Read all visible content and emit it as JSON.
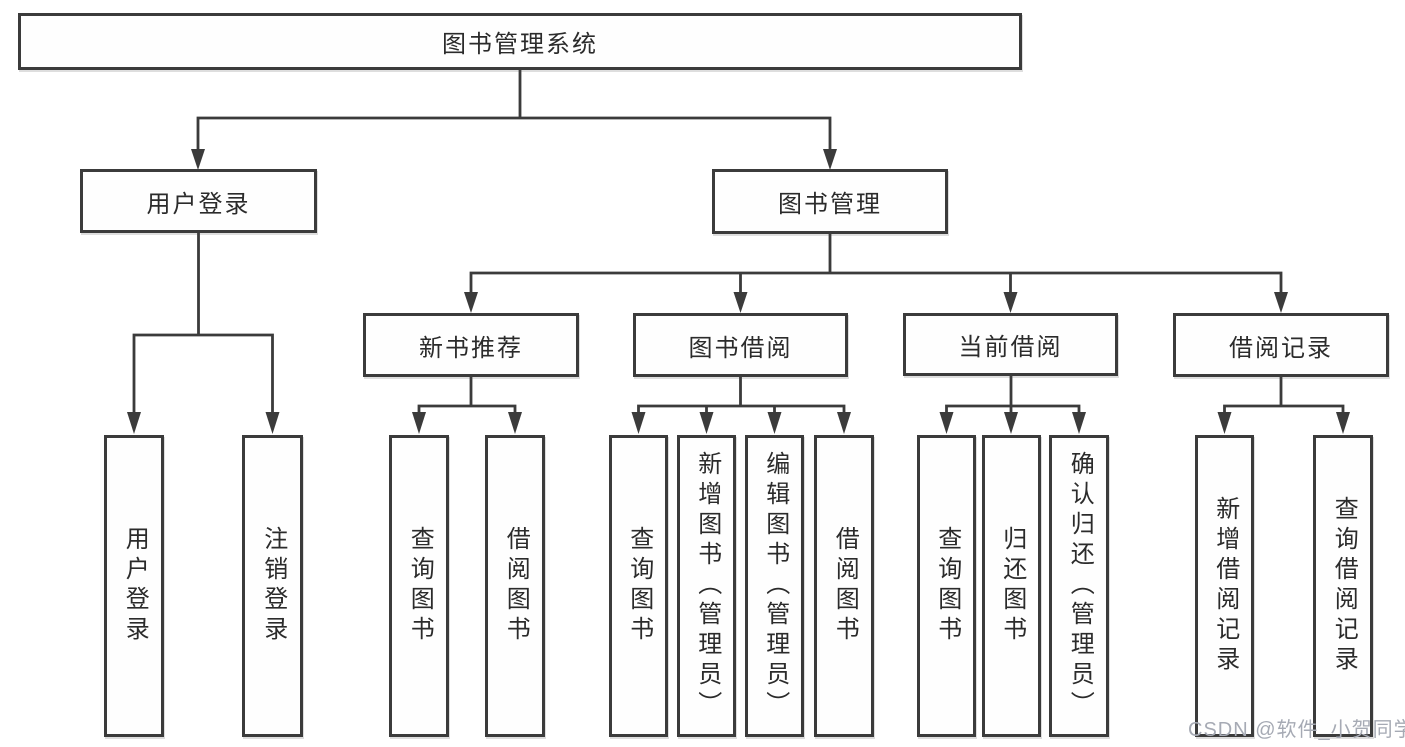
{
  "diagram_title": "图书管理系统",
  "colors": {
    "line": "#3b3b3b",
    "box_border": "#3b3b3b",
    "text": "#2b2b2b",
    "background": "#ffffff",
    "watermark": "#a6aab4"
  },
  "tree": {
    "label": "图书管理系统",
    "children": [
      {
        "label": "用户登录",
        "children": [
          {
            "label": "用户登录"
          },
          {
            "label": "注销登录"
          }
        ]
      },
      {
        "label": "图书管理",
        "children": [
          {
            "label": "新书推荐",
            "children": [
              {
                "label": "查询图书"
              },
              {
                "label": "借阅图书"
              }
            ]
          },
          {
            "label": "图书借阅",
            "children": [
              {
                "label": "查询图书"
              },
              {
                "label": "新增图书（管理员）"
              },
              {
                "label": "编辑图书（管理员）"
              },
              {
                "label": "借阅图书"
              }
            ]
          },
          {
            "label": "当前借阅",
            "children": [
              {
                "label": "查询图书"
              },
              {
                "label": "归还图书"
              },
              {
                "label": "确认归还（管理员）"
              }
            ]
          },
          {
            "label": "借阅记录",
            "children": [
              {
                "label": "新增借阅记录"
              },
              {
                "label": "查询借阅记录"
              }
            ]
          }
        ]
      }
    ]
  },
  "watermark": {
    "text": "CSDN @软件_小贺同学"
  }
}
